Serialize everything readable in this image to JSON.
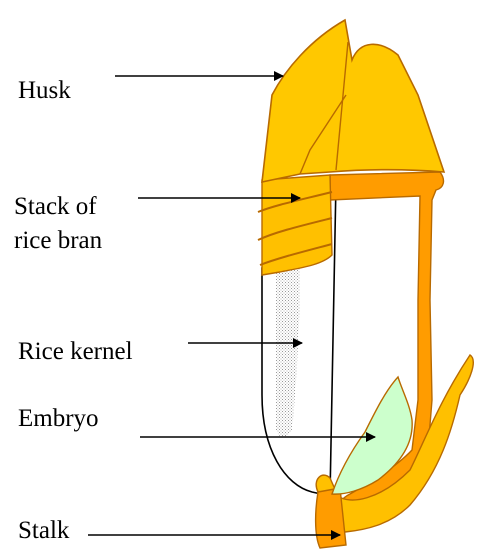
{
  "labels": {
    "husk": "Husk",
    "bran_line1": "Stack of",
    "bran_line2": "rice bran",
    "kernel": "Rice kernel",
    "embryo": "Embryo",
    "stalk": "Stalk"
  },
  "colors": {
    "husk": "#FFC800",
    "husk_outline": "#B86A00",
    "bran": "#FFC000",
    "pericarp": "#FF9C00",
    "embryo": "#CCFFCC",
    "kernel_stipple": "#BFBFBF",
    "arrow": "#000000"
  }
}
